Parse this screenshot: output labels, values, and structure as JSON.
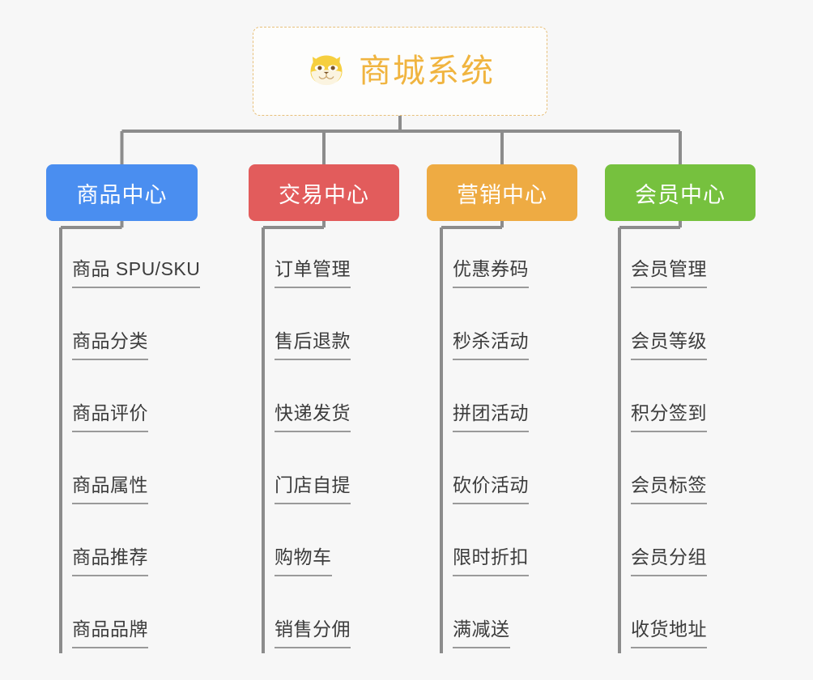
{
  "diagram": {
    "title": "商城系统",
    "type": "org-tree",
    "background_color": "#f7f7f7",
    "root": {
      "label": "商城系统",
      "icon": "shiba-dog-icon",
      "text_color": "#f0b43f",
      "border_color": "#e8c07a",
      "fill_color": "#fdfdfc"
    },
    "connector_color": "#8c8c8c",
    "leaf_underline_color": "#9a9a9a",
    "branches": [
      {
        "label": "商品中心",
        "color": "#4a8ef0",
        "items": [
          "商品 SPU/SKU",
          "商品分类",
          "商品评价",
          "商品属性",
          "商品推荐",
          "商品品牌"
        ]
      },
      {
        "label": "交易中心",
        "color": "#e25c5c",
        "items": [
          "订单管理",
          "售后退款",
          "快递发货",
          "门店自提",
          "购物车",
          "销售分佣"
        ]
      },
      {
        "label": "营销中心",
        "color": "#eeab43",
        "items": [
          "优惠券码",
          "秒杀活动",
          "拼团活动",
          "砍价活动",
          "限时折扣",
          "满减送"
        ]
      },
      {
        "label": "会员中心",
        "color": "#76c13e",
        "items": [
          "会员管理",
          "会员等级",
          "积分签到",
          "会员标签",
          "会员分组",
          "收货地址"
        ]
      }
    ]
  }
}
